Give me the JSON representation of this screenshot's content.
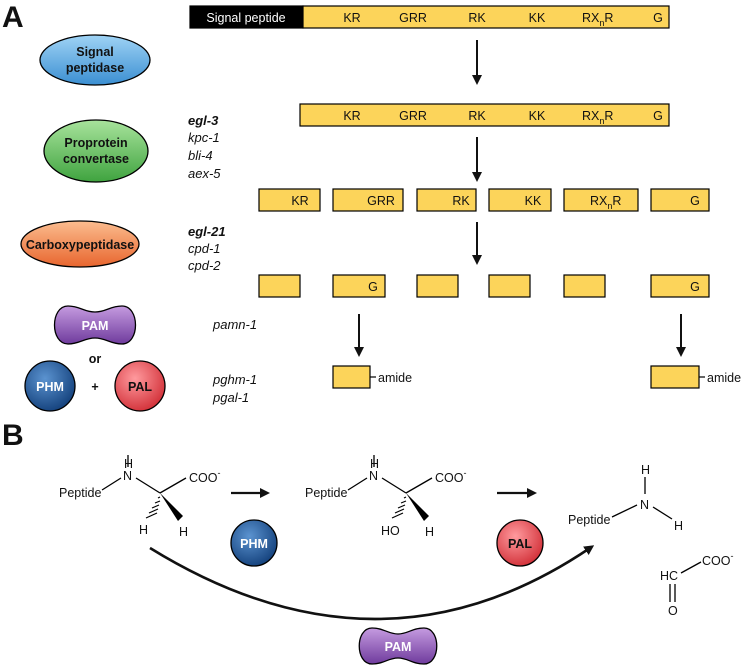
{
  "panel_a": {
    "letter": "A",
    "precursor": {
      "signal_label": "Signal peptide",
      "sites": [
        "KR",
        "GRR",
        "RK",
        "KK",
        "RX",
        "G"
      ],
      "subscript": "n",
      "rx_suffix": "R"
    },
    "enzymes": {
      "signal_peptidase": [
        "Signal",
        "peptidase"
      ],
      "proprotein_convertase": [
        "Proprotein",
        "convertase"
      ],
      "carboxypeptidase": "Carboxypeptidase",
      "pam": "PAM",
      "or": "or",
      "phm": "PHM",
      "plus": "+",
      "pal": "PAL"
    },
    "genes": {
      "convertase": [
        "egl-3",
        "kpc-1",
        "bli-4",
        "aex-5"
      ],
      "carboxypeptidase": [
        "egl-21",
        "cpd-1",
        "cpd-2"
      ],
      "pam": "pamn-1",
      "phm_pal": [
        "pghm-1",
        "pgal-1"
      ]
    },
    "fragments": [
      "KR",
      "GRR",
      "RK",
      "KK",
      "RX",
      "G"
    ],
    "g_label": "G",
    "amide_label": "amide"
  },
  "panel_b": {
    "letter": "B",
    "peptide": "Peptide",
    "n": "N",
    "h": "H",
    "coo": "COO",
    "minus": "-",
    "ho": "HO",
    "hc": "HC",
    "o": "O",
    "phm": "PHM",
    "pal": "PAL",
    "pam": "PAM"
  },
  "colors": {
    "segment_fill": "#fcd45a",
    "signal_fill": "#000000",
    "signal_peptidase": "#56a8e0",
    "convertase": "#5bbd5a",
    "carboxypeptidase": "#f08548",
    "pam": "#8c55b5",
    "phm": "#1f5da0",
    "pal": "#e84850"
  }
}
